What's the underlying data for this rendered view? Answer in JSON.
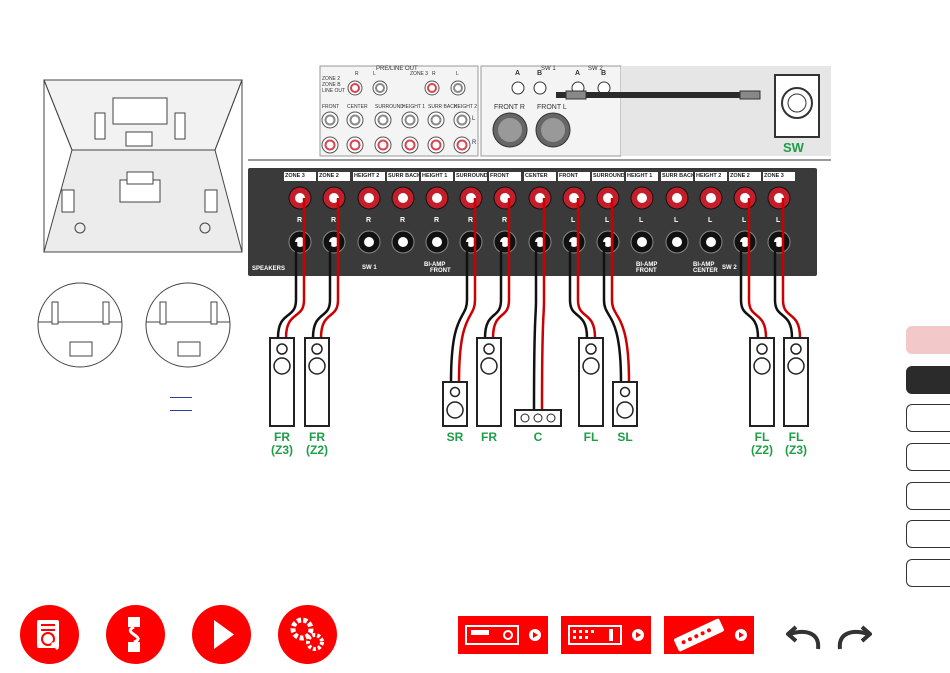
{
  "receiver": {
    "preout_heading": "PRE/LINE OUT",
    "preout_labels": [
      "ZONE 2",
      "R",
      "L",
      "ZONE B",
      "LINE OUT",
      "ZONE 3",
      "R",
      "L"
    ],
    "preout_labels2": [
      "FRONT",
      "CENTER",
      "SURROUND",
      "HEIGHT 1",
      "SURR BACK",
      "HEIGHT 2"
    ],
    "channel_markers": [
      "L",
      "R"
    ],
    "sw_ports": [
      "SW 1",
      "SW 2"
    ],
    "sw_jack_letters": [
      "A",
      "B",
      "A",
      "B"
    ],
    "xlr_labels": [
      "FRONT R",
      "FRONT L"
    ],
    "terminal_headers": [
      "ZONE 3",
      "ZONE 2",
      "HEIGHT 2",
      "SURR BACK",
      "HEIGHT 1",
      "SURROUND",
      "FRONT",
      "CENTER",
      "FRONT",
      "SURROUND",
      "HEIGHT 1",
      "SURR BACK",
      "HEIGHT 2",
      "ZONE 2",
      "ZONE 3"
    ],
    "terminal_channels": [
      "R",
      "R",
      "R",
      "R",
      "R",
      "R",
      "R",
      "",
      "L",
      "L",
      "L",
      "L",
      "L",
      "L",
      "L"
    ],
    "panel_footer": [
      "SPEAKERS",
      "SW 1",
      "BI-AMP",
      "FRONT",
      "BI-AMP",
      "FRONT",
      "BI-AMP",
      "CENTER",
      "SW 2"
    ]
  },
  "subwoofer": {
    "label": "SW"
  },
  "speakers": [
    {
      "label_line1": "FR",
      "label_line2": "(Z3)"
    },
    {
      "label_line1": "FR",
      "label_line2": "(Z2)"
    },
    {
      "label_line1": "SR",
      "label_line2": ""
    },
    {
      "label_line1": "FR",
      "label_line2": ""
    },
    {
      "label_line1": "C",
      "label_line2": ""
    },
    {
      "label_line1": "FL",
      "label_line2": ""
    },
    {
      "label_line1": "SL",
      "label_line2": ""
    },
    {
      "label_line1": "FL",
      "label_line2": "(Z2)"
    },
    {
      "label_line1": "FL",
      "label_line2": "(Z3)"
    }
  ],
  "nav_icons": [
    "contents-icon",
    "connections-icon",
    "playback-icon",
    "settings-icon"
  ],
  "device_icons": [
    "front-panel-icon",
    "rear-panel-icon",
    "remote-icon"
  ],
  "history_icons": [
    "back-icon",
    "forward-icon"
  ],
  "colors": {
    "accent": "#ff0000",
    "label_green": "#1e9e47",
    "panel_dark": "#3a3a3a",
    "link_blue": "#2a3f9e",
    "tab_pink": "#f2c8c8"
  }
}
